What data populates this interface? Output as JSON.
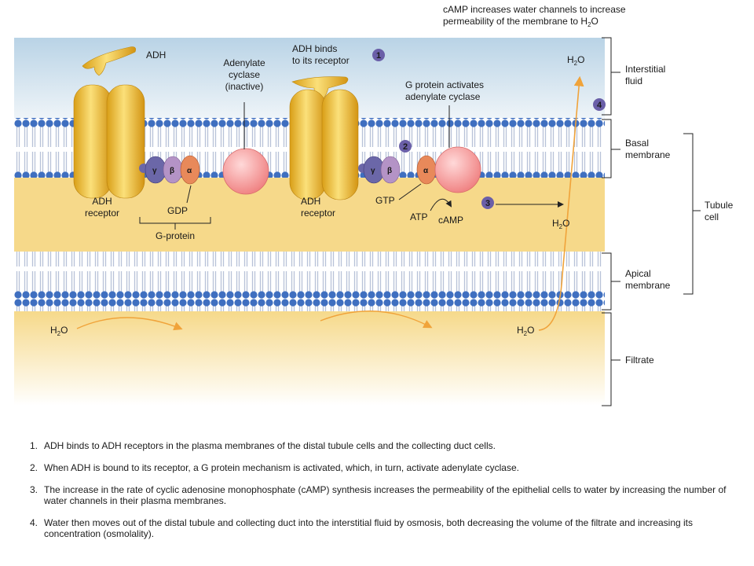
{
  "labels": {
    "top_note_line1": "cAMP increases water channels to increase",
    "top_note_line2": "permeability of the membrane to H",
    "h2o_h": "H",
    "h2o_2": "2",
    "h2o_o": "O",
    "adh": "ADH",
    "adenylate_cyclase_inactive": [
      "Adenylate",
      "cyclase",
      "(inactive)"
    ],
    "adh_binds": [
      "ADH binds",
      "to its receptor"
    ],
    "g_protein_activates": [
      "G protein activates",
      "adenylate cyclase"
    ],
    "adh_receptor": [
      "ADH",
      "receptor"
    ],
    "gdp": "GDP",
    "g_protein": "G-protein",
    "gtp": "GTP",
    "atp": "ATP",
    "camp": "cAMP",
    "gamma": "γ",
    "beta": "β",
    "alpha": "α"
  },
  "markers": [
    "1",
    "2",
    "3",
    "4"
  ],
  "regions": {
    "interstitial": [
      "Interstitial",
      "fluid"
    ],
    "basal": [
      "Basal",
      "membrane"
    ],
    "tubule": [
      "Tubule",
      "cell"
    ],
    "apical": [
      "Apical",
      "membrane"
    ],
    "filtrate": "Filtrate"
  },
  "steps": [
    {
      "num": "1.",
      "text": "ADH binds to ADH receptors in the plasma membranes of the distal tubule cells and the collecting duct cells."
    },
    {
      "num": "2.",
      "text": "When ADH is bound to its receptor, a G protein mechanism is activated, which, in turn, activate adenylate cyclase."
    },
    {
      "num": "3.",
      "text": "The increase in the rate of cyclic adenosine monophosphate (cAMP) synthesis increases the permeability of the epithelial cells to water by increasing the number of water channels in their plasma membranes."
    },
    {
      "num": "4.",
      "text": "Water then moves out of the distal tubule and collecting duct into the interstitial fluid by osmosis, both decreasing the volume of the filtrate and increasing its concentration (osmolality)."
    }
  ],
  "colors": {
    "interstitial_top": "#b9d3e6",
    "cell": "#f6d98a",
    "filtrate_top": "#f6d98a",
    "lipid_head": "#3f6fc0",
    "lipid_tail": "#c7cfe0",
    "receptor": "#f2c12e",
    "gamma": "#6b67a8",
    "beta": "#b493c6",
    "alpha": "#e8895a",
    "cyclase": "#f48f8f",
    "marker": "#6a5fa8",
    "water_arrow": "#f0a33a"
  }
}
